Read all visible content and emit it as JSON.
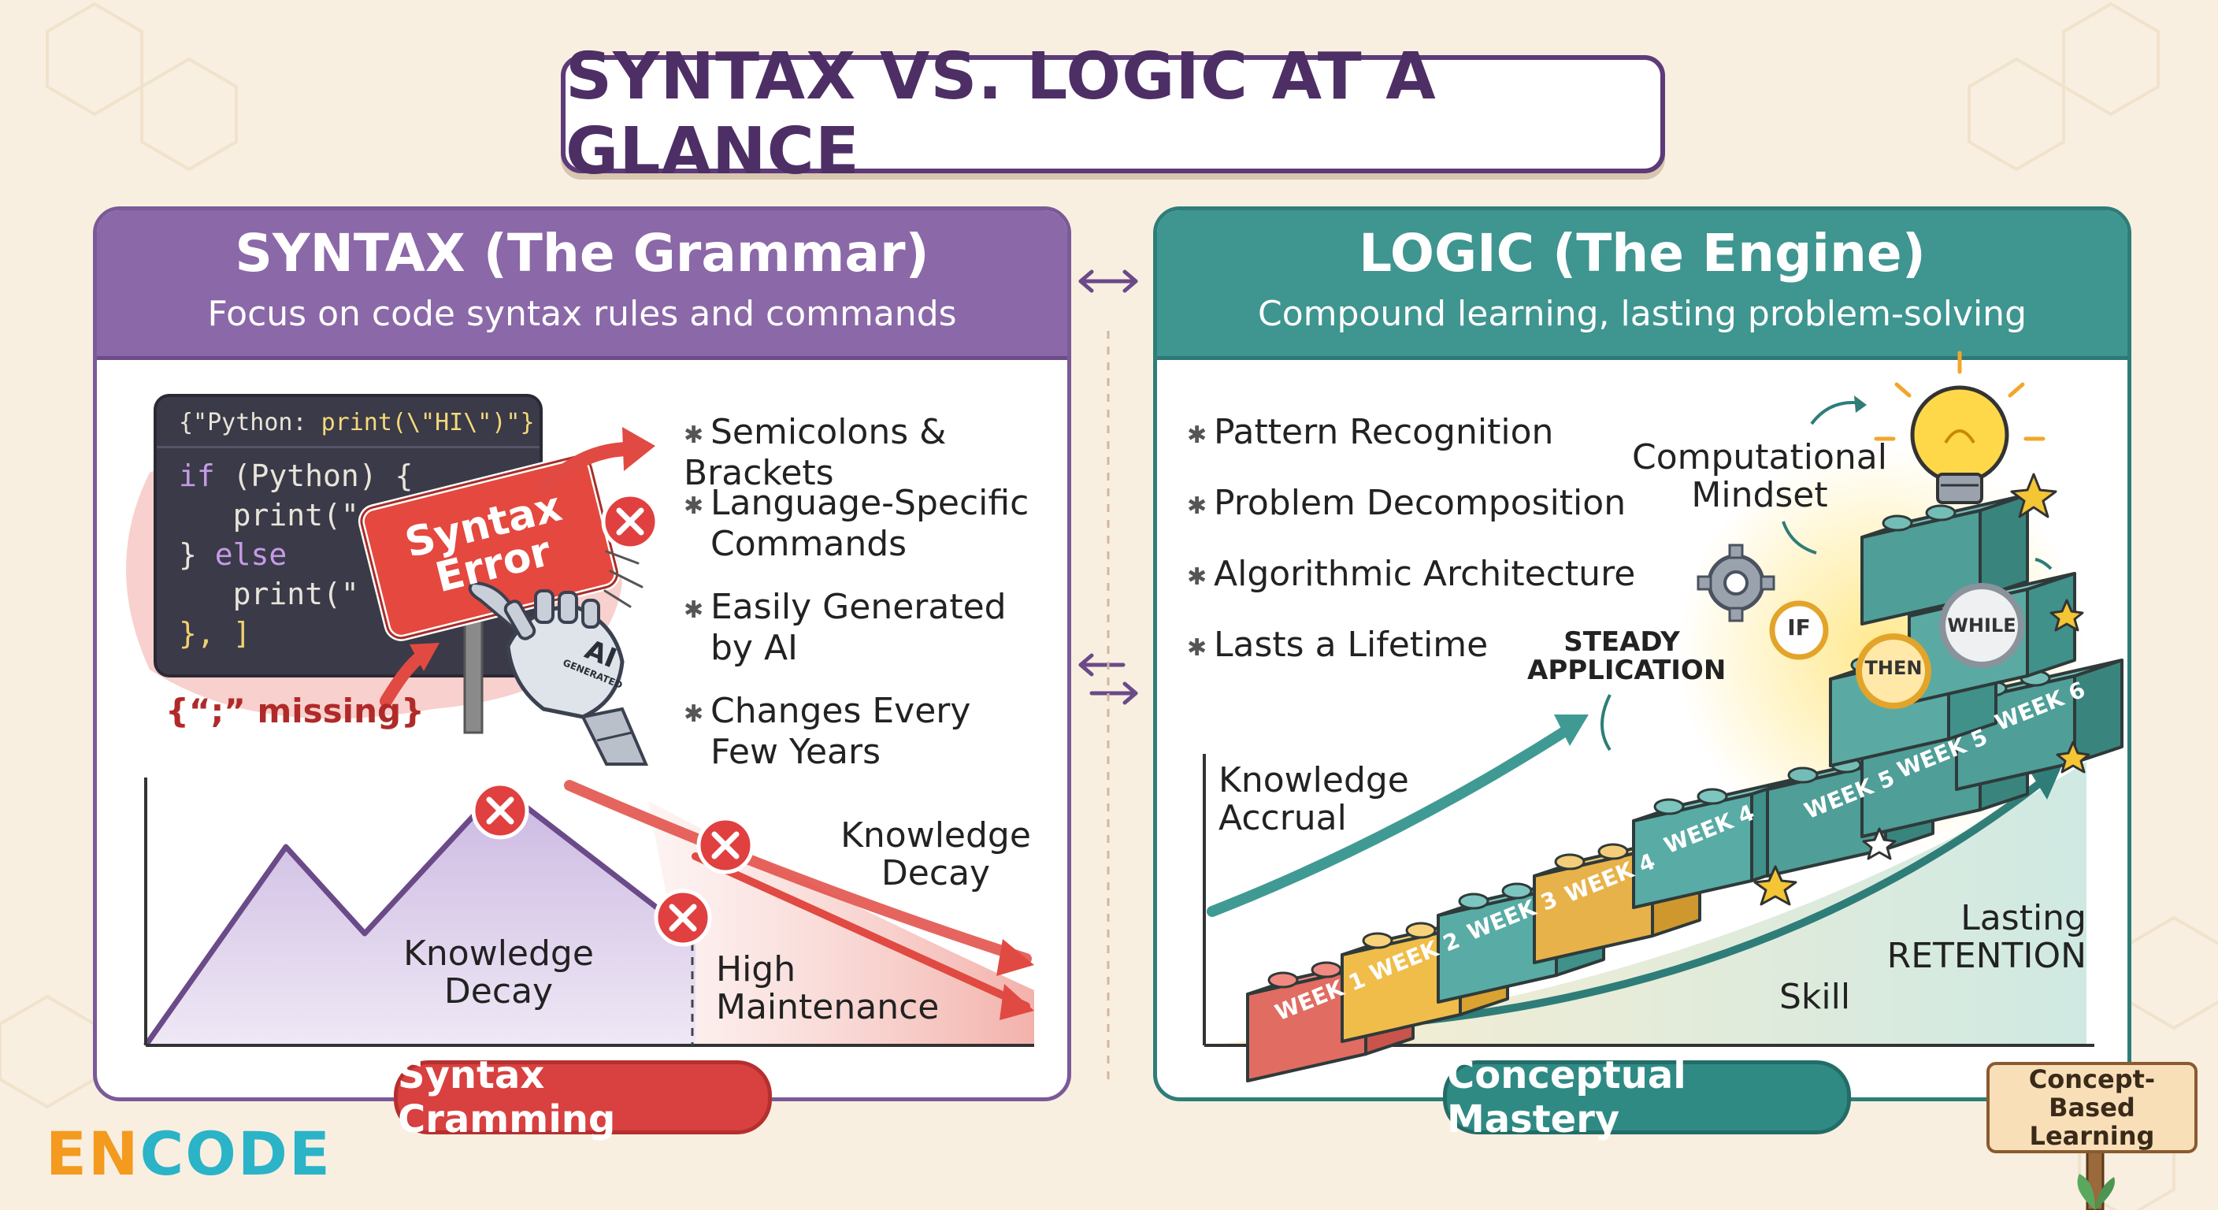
{
  "title": "SYNTAX VS. LOGIC AT A GLANCE",
  "syntax": {
    "heading": "SYNTAX (The Grammar)",
    "subheading": "Focus on code syntax rules and commands",
    "code": {
      "header_a": "{\"Python:",
      "header_b": "print(\\\"HI\\\")\"}",
      "line1_kw": "if",
      "line1_rest": " (Python) {",
      "line2": "   print(\",",
      "line3_a": "} ",
      "line3_kw": "else",
      "line4": "   print(\"",
      "line5": "}, ]"
    },
    "sign_line1": "Syntax",
    "sign_line2": "Error",
    "robot_label": "AI",
    "robot_sublabel": "GENERATED",
    "missing_note": "{“;” missing}",
    "bullets": [
      {
        "line1": "Semicolons & Brackets",
        "line2": ""
      },
      {
        "line1": "Language-Specific",
        "line2": "Commands"
      },
      {
        "line1": "Easily Generated",
        "line2": "by AI"
      },
      {
        "line1": "Changes Every",
        "line2": "Few Years"
      }
    ],
    "graph_label_decay_1": "Knowledge",
    "graph_label_decay_2": "Decay",
    "graph_label_maint_1": "High",
    "graph_label_maint_2": "Maintenance",
    "arrow_label_1": "Knowledge",
    "arrow_label_2": "Decay",
    "footer_pill": "Syntax Cramming",
    "colors": {
      "header": "#8b68a8",
      "accent_red": "#d94040"
    }
  },
  "logic": {
    "heading": "LOGIC (The Engine)",
    "subheading": "Compound learning, lasting problem-solving",
    "bullets": [
      "Pattern Recognition",
      "Problem Decomposition",
      "Algorithmic Architecture",
      "Lasts a Lifetime"
    ],
    "mindset_1": "Computational",
    "mindset_2": "Mindset",
    "steady_1": "STEADY",
    "steady_2": "APPLICATION",
    "accrual_1": "Knowledge",
    "accrual_2": "Accrual",
    "lasting_1": "Lasting",
    "lasting_2": "RETENTION",
    "skill": "Skill",
    "blocks": [
      "WEEK 1",
      "WEEK 2",
      "WEEK 3",
      "WEEK 4",
      "WEEK 4",
      "WEEK 5",
      "WEEK 5",
      "WEEK 6"
    ],
    "gear_if": "IF",
    "gear_then": "THEN",
    "gear_while": "WHILE",
    "footer_pill": "Conceptual Mastery",
    "colors": {
      "header": "#3f958f"
    }
  },
  "logo": {
    "part1": "EN",
    "part2": "CODE"
  },
  "signpost": {
    "line1": "Concept-Based",
    "line2": "Learning"
  }
}
